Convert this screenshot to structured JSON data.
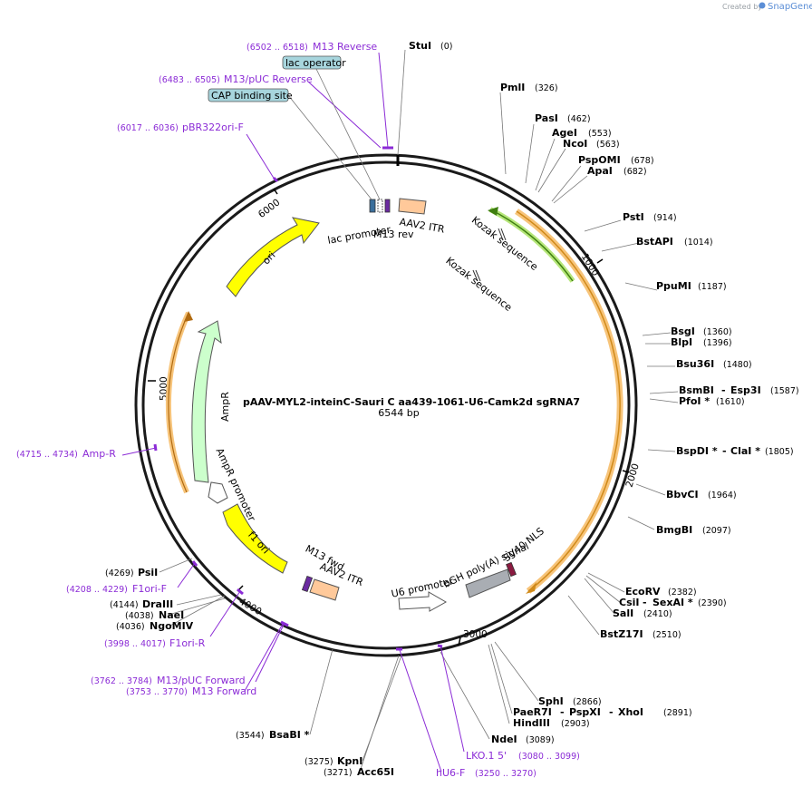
{
  "brand": {
    "created_by": "Created by",
    "app": "SnapGene"
  },
  "plasmid": {
    "name": "pAAV-MYL2-inteinC-Sauri C aa439-1061-U6-Camk2d sgRNA7",
    "length": "6544 bp"
  },
  "ticks": [
    "1000",
    "2000",
    "3000",
    "4000",
    "5000",
    "6000"
  ],
  "enzymes": [
    {
      "name": "StuI",
      "pos": "(0)"
    },
    {
      "name": "PmlI",
      "pos": "(326)"
    },
    {
      "name": "PasI",
      "pos": "(462)"
    },
    {
      "name": "AgeI",
      "pos": "(553)"
    },
    {
      "name": "NcoI",
      "pos": "(563)"
    },
    {
      "name": "PspOMI",
      "pos": "(678)"
    },
    {
      "name": "ApaI",
      "pos": "(682)"
    },
    {
      "name": "PstI",
      "pos": "(914)"
    },
    {
      "name": "BstAPI",
      "pos": "(1014)"
    },
    {
      "name": "PpuMI",
      "pos": "(1187)"
    },
    {
      "name": "BsgI",
      "pos": "(1360)"
    },
    {
      "name": "BlpI",
      "pos": "(1396)"
    },
    {
      "name": "Bsu36I",
      "pos": "(1480)"
    },
    {
      "name": "BsmBI",
      "name2": "Esp3I",
      "pos": "(1587)"
    },
    {
      "name": "PfoI *",
      "pos": "(1610)"
    },
    {
      "name": "BspDI *",
      "name2": "ClaI *",
      "pos": "(1805)"
    },
    {
      "name": "BbvCI",
      "pos": "(1964)"
    },
    {
      "name": "BmgBI",
      "pos": "(2097)"
    },
    {
      "name": "EcoRV",
      "pos": "(2382)"
    },
    {
      "name": "CsiI",
      "name2": "SexAI *",
      "pos": "(2390)"
    },
    {
      "name": "SalI",
      "pos": "(2410)"
    },
    {
      "name": "BstZ17I",
      "pos": "(2510)"
    },
    {
      "name": "SphI",
      "pos": "(2866)"
    },
    {
      "name": "PaeR7I",
      "name2": "PspXI",
      "name3": "XhoI",
      "pos": "(2891)"
    },
    {
      "name": "HindIII",
      "pos": "(2903)"
    },
    {
      "name": "NdeI",
      "pos": "(3089)"
    },
    {
      "name": "KpnI",
      "pos": "(3275)"
    },
    {
      "name": "Acc65I",
      "pos": "(3271)"
    },
    {
      "name": "BsaBI *",
      "pos": "(3544)"
    },
    {
      "name": "NgoMIV",
      "pos": "(4036)"
    },
    {
      "name": "NaeI",
      "pos": "(4038)"
    },
    {
      "name": "DraIII",
      "pos": "(4144)"
    },
    {
      "name": "PsiI",
      "pos": "(4269)"
    }
  ],
  "primers": [
    {
      "name": "M13 Reverse",
      "pos": "(6502 .. 6518)"
    },
    {
      "name": "M13/pUC Reverse",
      "pos": "(6483 .. 6505)"
    },
    {
      "name": "pBR322ori-F",
      "pos": "(6017 .. 6036)"
    },
    {
      "name": "Amp-R",
      "pos": "(4715 .. 4734)"
    },
    {
      "name": "F1ori-F",
      "pos": "(4208 .. 4229)"
    },
    {
      "name": "F1ori-R",
      "pos": "(3998 .. 4017)"
    },
    {
      "name": "M13/pUC Forward",
      "pos": "(3762 .. 3784)"
    },
    {
      "name": "M13 Forward",
      "pos": "(3753 .. 3770)"
    },
    {
      "name": "LKO.1 5'",
      "pos": "(3080 .. 3099)"
    },
    {
      "name": "hU6-F",
      "pos": "(3250 .. 3270)"
    }
  ],
  "boxes": [
    {
      "label": "lac operator"
    },
    {
      "label": "CAP binding site"
    }
  ],
  "features": {
    "lac_promoter": "lac promoter",
    "m13_rev": "M13 rev",
    "aav2_itr_top": "AAV2 ITR",
    "kozak_1": "Kozak sequence",
    "kozak_2": "Kozak sequence",
    "ori": "ori",
    "ampr": "AmpR",
    "ampr_promoter": "AmpR promoter",
    "f1_ori": "f1 ori",
    "m13_fwd": "M13 fwd",
    "aav2_itr_bottom": "AAV2 ITR",
    "u6_promoter": "U6 promoter",
    "bgh": "bGH poly(A) signal",
    "sv40": "SV40 NLS"
  },
  "colors": {
    "backbone": "#1a1a1a",
    "ori": "#ffff00",
    "ampr": "#ccffcc",
    "orange_cds": "#f7c47a",
    "green_feature": "#5aa81e",
    "aav_itr": "#ffc99a",
    "bgh": "#a9adb3",
    "sv40": "#8a1a40",
    "primer": "#8b2bd6",
    "box": "#a7d5dd"
  }
}
